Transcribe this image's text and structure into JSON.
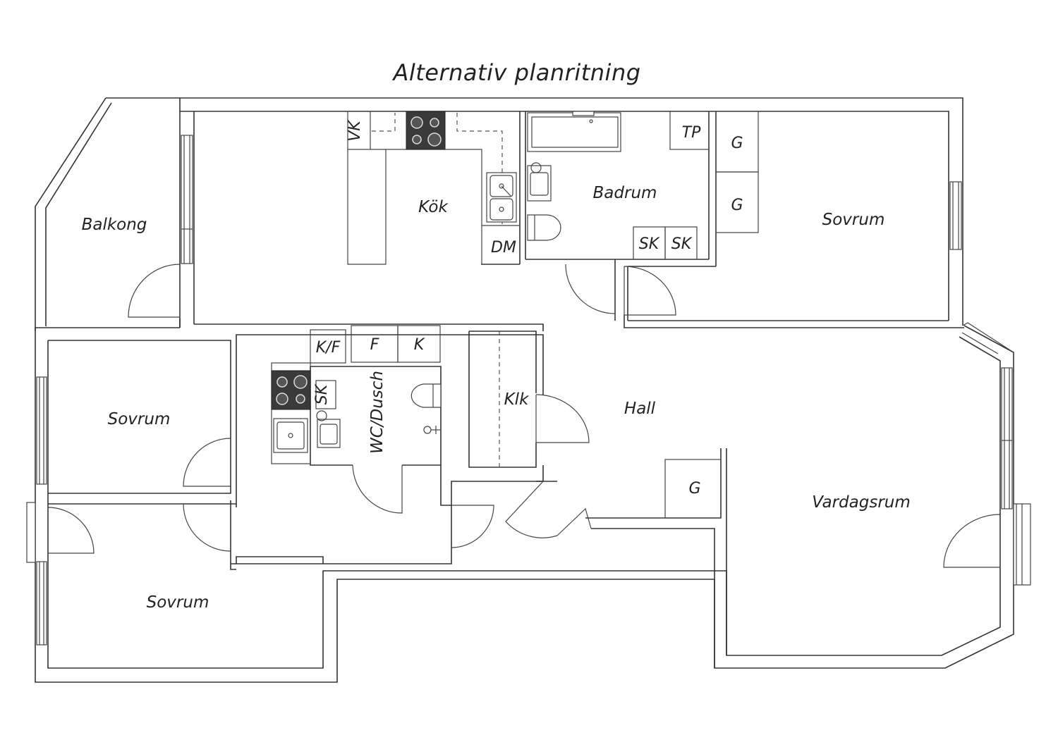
{
  "title": "Alternativ planritning",
  "rooms": {
    "balkong": "Balkong",
    "kok": "Kök",
    "badrum": "Badrum",
    "sovrum_ne": "Sovrum",
    "sovrum_w": "Sovrum",
    "sovrum_sw": "Sovrum",
    "hall": "Hall",
    "vardagsrum": "Vardagsrum",
    "wc_dusch": "WC/Dusch",
    "klk": "Klk"
  },
  "fixtures": {
    "vk": "VK",
    "dm": "DM",
    "tp": "TP",
    "g1": "G",
    "g2": "G",
    "g3": "G",
    "sk1": "SK",
    "sk2": "SK",
    "sk3": "SK",
    "kf": "K/F",
    "f": "F",
    "k": "K"
  }
}
